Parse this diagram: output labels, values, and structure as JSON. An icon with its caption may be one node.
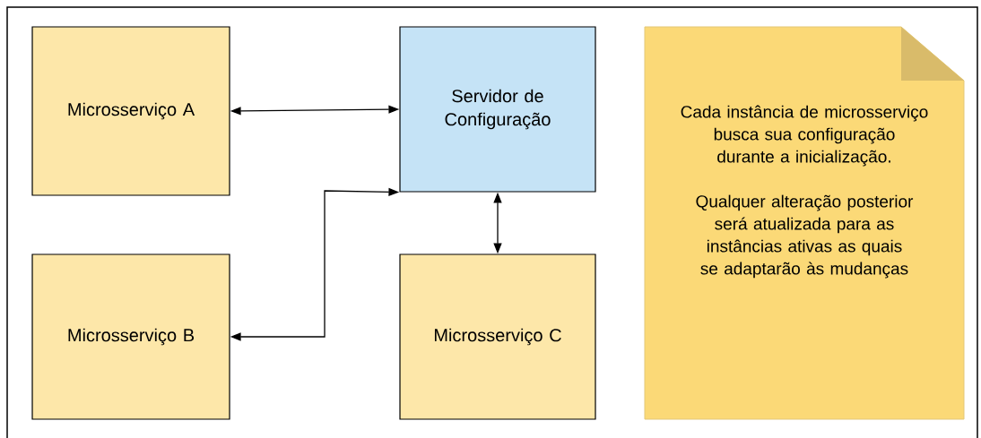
{
  "diagram": {
    "nodes": [
      {
        "text": [
          "Microsserviço A"
        ]
      },
      {
        "text": [
          "Servidor de Configuração"
        ]
      },
      {
        "text": [
          "Microsserviço B"
        ]
      },
      {
        "text": [
          "Microsserviço C"
        ]
      },
      {
        "text": [
          "Cada instância de microsserviço busca sua configuração durante a inicialização.",
          "Qualquer alteração posterior será atualizada para as instâncias ativas as quais se adaptarão às mudanças"
        ]
      }
    ],
    "edges": [
      {
        "from": 0,
        "to": 1,
        "arrow": "both"
      },
      {
        "from": 2,
        "to": 1,
        "arrow": "both"
      },
      {
        "from": 1,
        "to": 3,
        "arrow": "both"
      }
    ]
  }
}
